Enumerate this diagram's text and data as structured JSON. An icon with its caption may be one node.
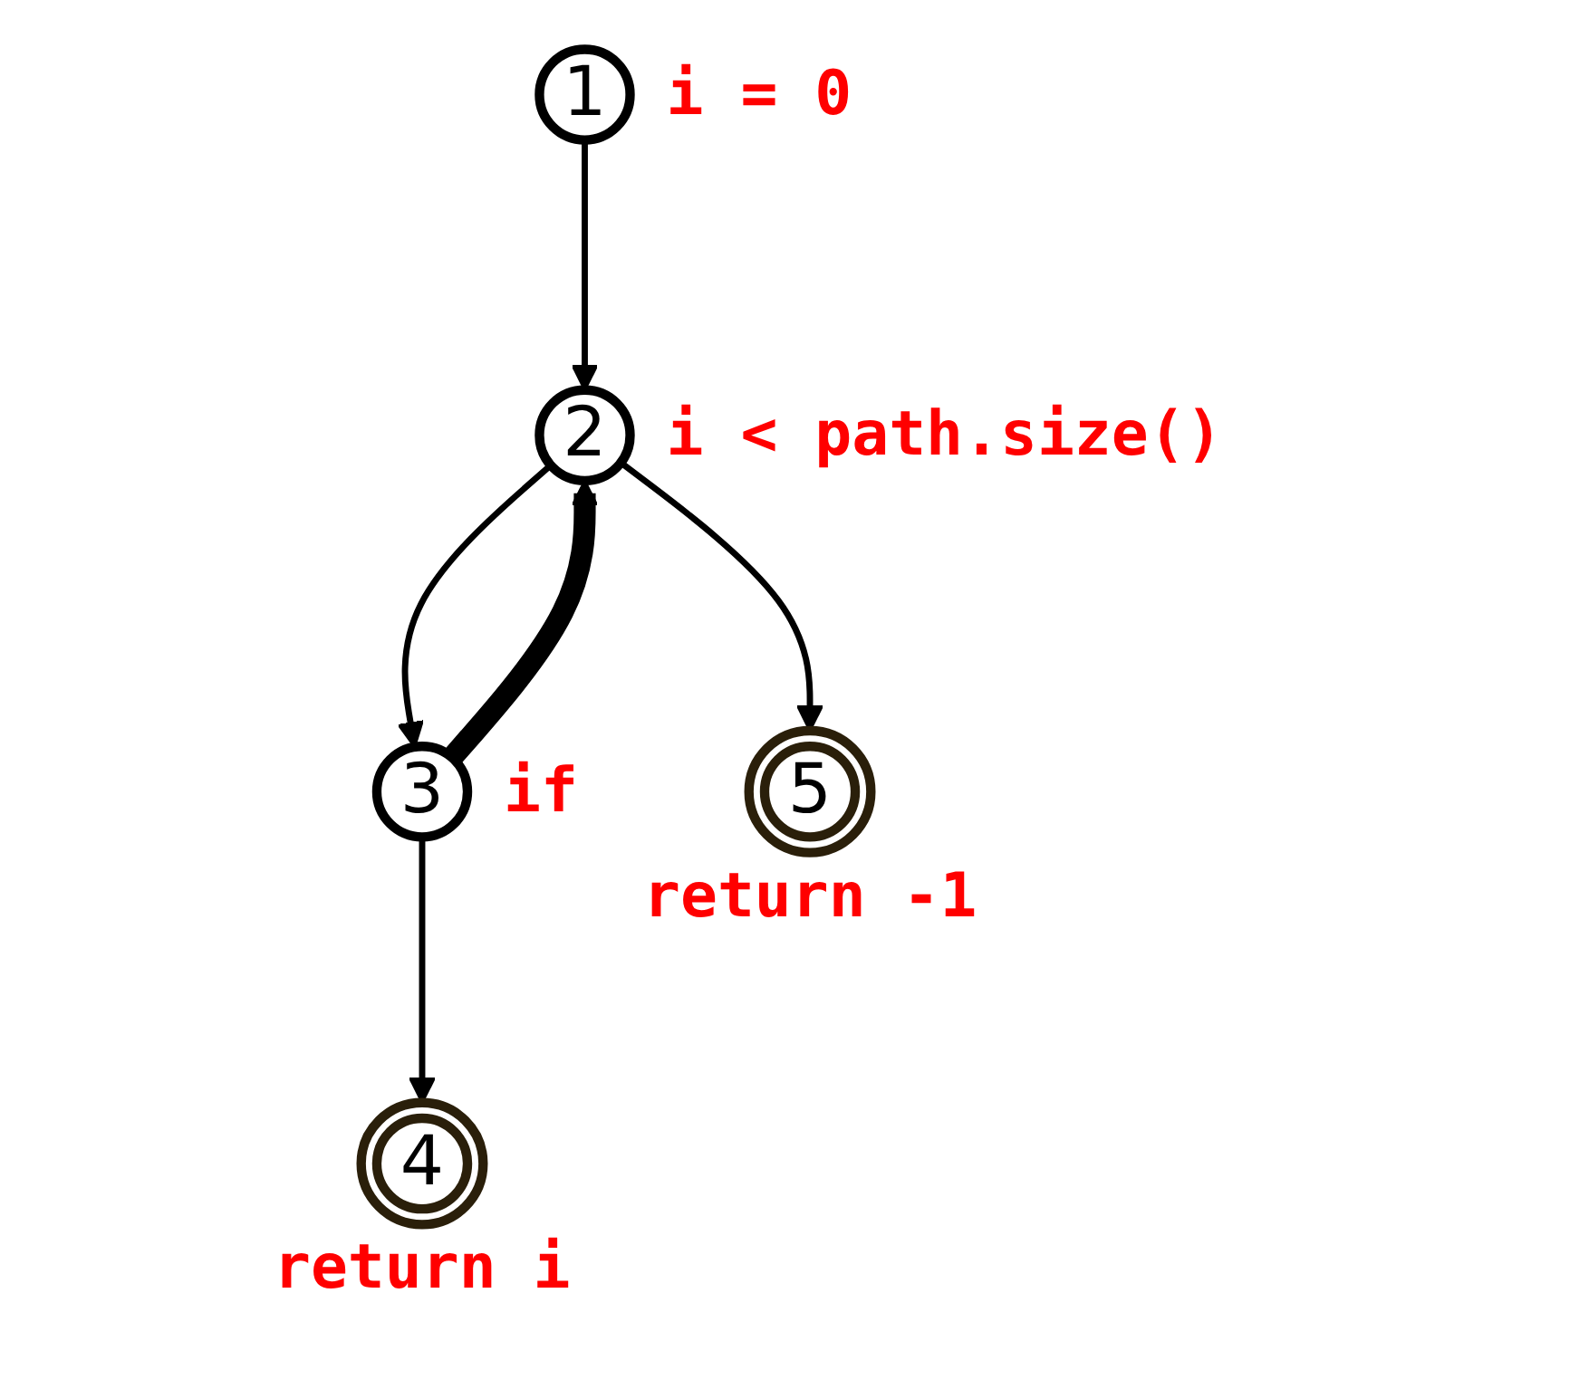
{
  "diagram": {
    "nodes": [
      {
        "text": [
          "1"
        ],
        "beside": [
          "i = 0"
        ]
      },
      {
        "text": [
          "2"
        ],
        "beside": [
          "i < path.size()"
        ]
      },
      {
        "text": [
          "3"
        ],
        "beside": [
          "if"
        ]
      },
      {
        "text": [
          "5"
        ],
        "beside": [
          "return -1"
        ]
      },
      {
        "text": [
          "4"
        ],
        "beside": [
          "return i"
        ]
      }
    ],
    "edges": [
      {
        "from": 0,
        "to": 1,
        "arrow": "to"
      },
      {
        "from": 1,
        "to": 2,
        "arrow": "to"
      },
      {
        "from": 2,
        "to": 1,
        "arrow": "to",
        "style": "thick"
      },
      {
        "from": 1,
        "to": 3,
        "arrow": "to"
      },
      {
        "from": 2,
        "to": 4,
        "arrow": "to"
      }
    ]
  }
}
